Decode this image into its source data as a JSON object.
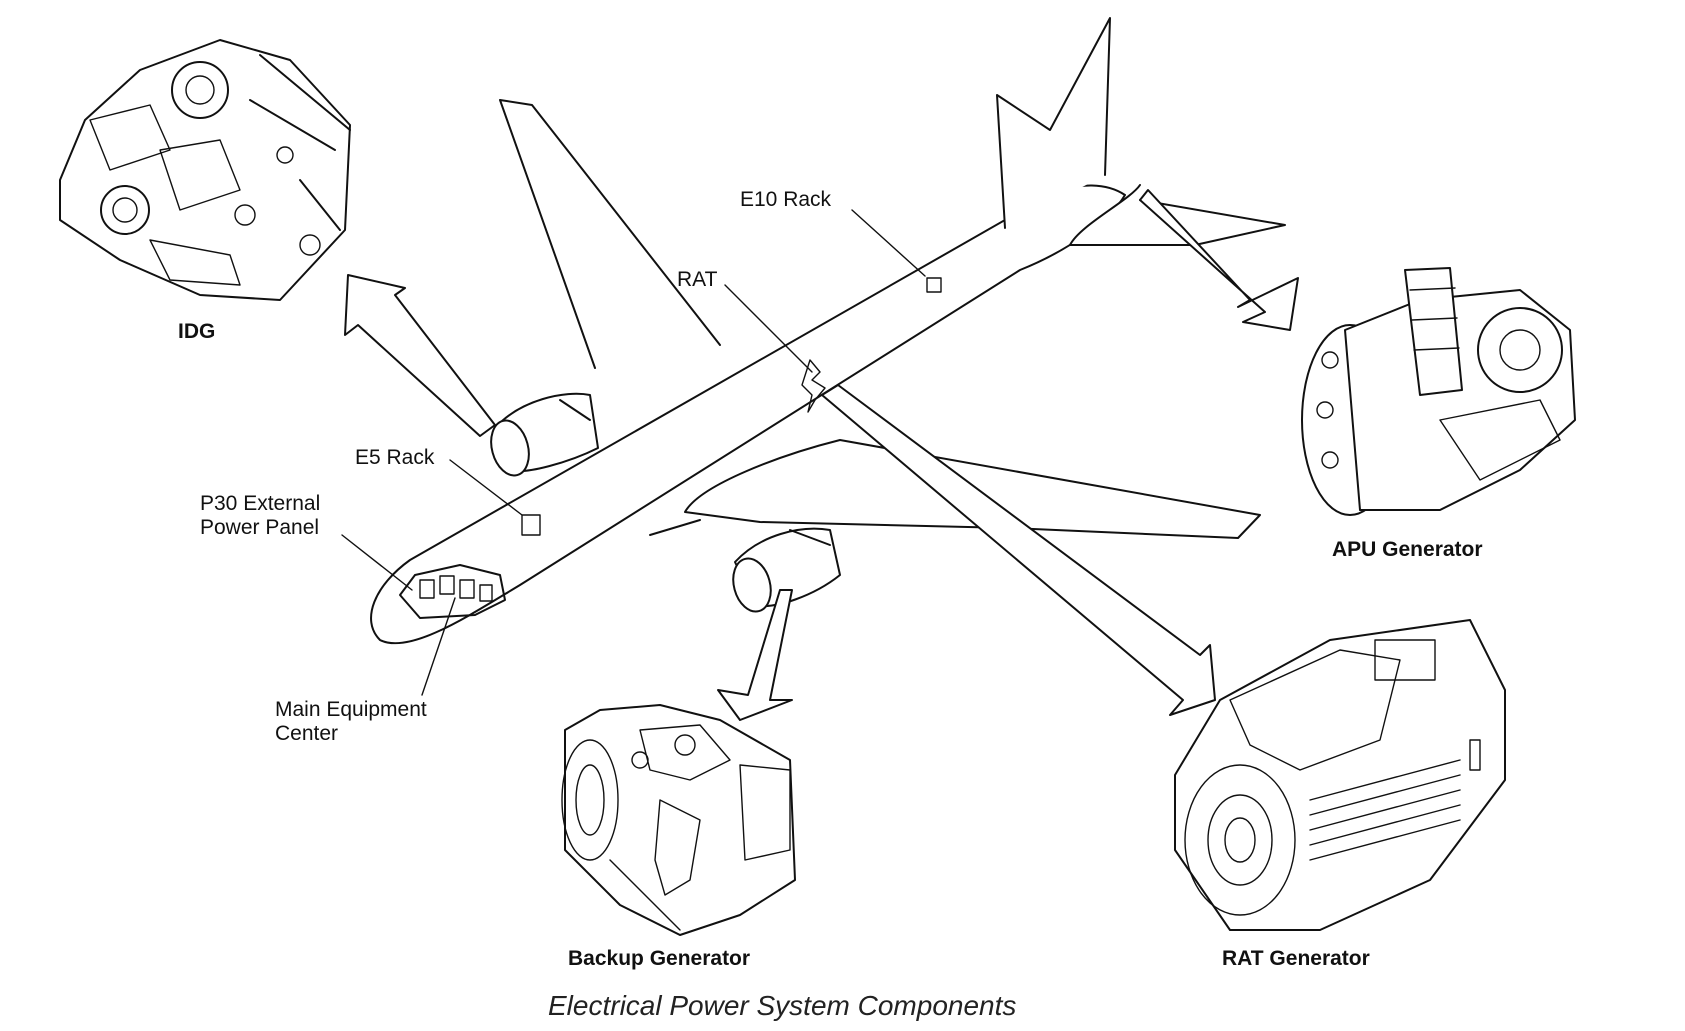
{
  "diagram": {
    "caption": "Electrical Power System Components",
    "callouts": {
      "e10_rack": "E10 Rack",
      "rat": "RAT",
      "e5_rack": "E5 Rack",
      "p30_line1": "P30 External",
      "p30_line2": "Power Panel",
      "mec_line1": "Main Equipment",
      "mec_line2": "Center"
    },
    "components": {
      "idg": "IDG",
      "apu_generator": "APU Generator",
      "backup_generator": "Backup Generator",
      "rat_generator": "RAT Generator"
    }
  }
}
